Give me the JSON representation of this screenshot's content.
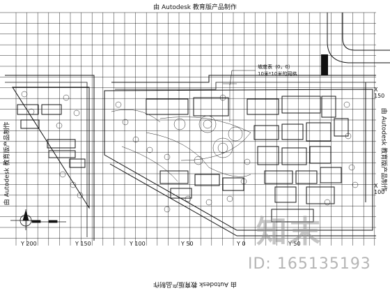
{
  "watermark": {
    "top": "由 Autodesk 教育版产品制作",
    "bottom": "由 Autodesk 教育版产品制作",
    "left": "由 Autodesk 教育版产品制作",
    "right": "由 Autodesk 教育版产品制作"
  },
  "axis_x_labels": [
    "Y 200",
    "Y 150",
    "Y 100",
    "Y 50",
    "Y 0",
    "Y 50"
  ],
  "axis_y_labels": [
    "X 150",
    "X 100"
  ],
  "annotations": {
    "note_line1": "坡度表（0，0）",
    "note_line2": "10米*10米的网格"
  },
  "logo": {
    "mark": "知末",
    "id_text": "ID: 165135193"
  },
  "colors": {
    "line": "#111111",
    "background": "#ffffff",
    "watermark_logo": "#969696"
  }
}
